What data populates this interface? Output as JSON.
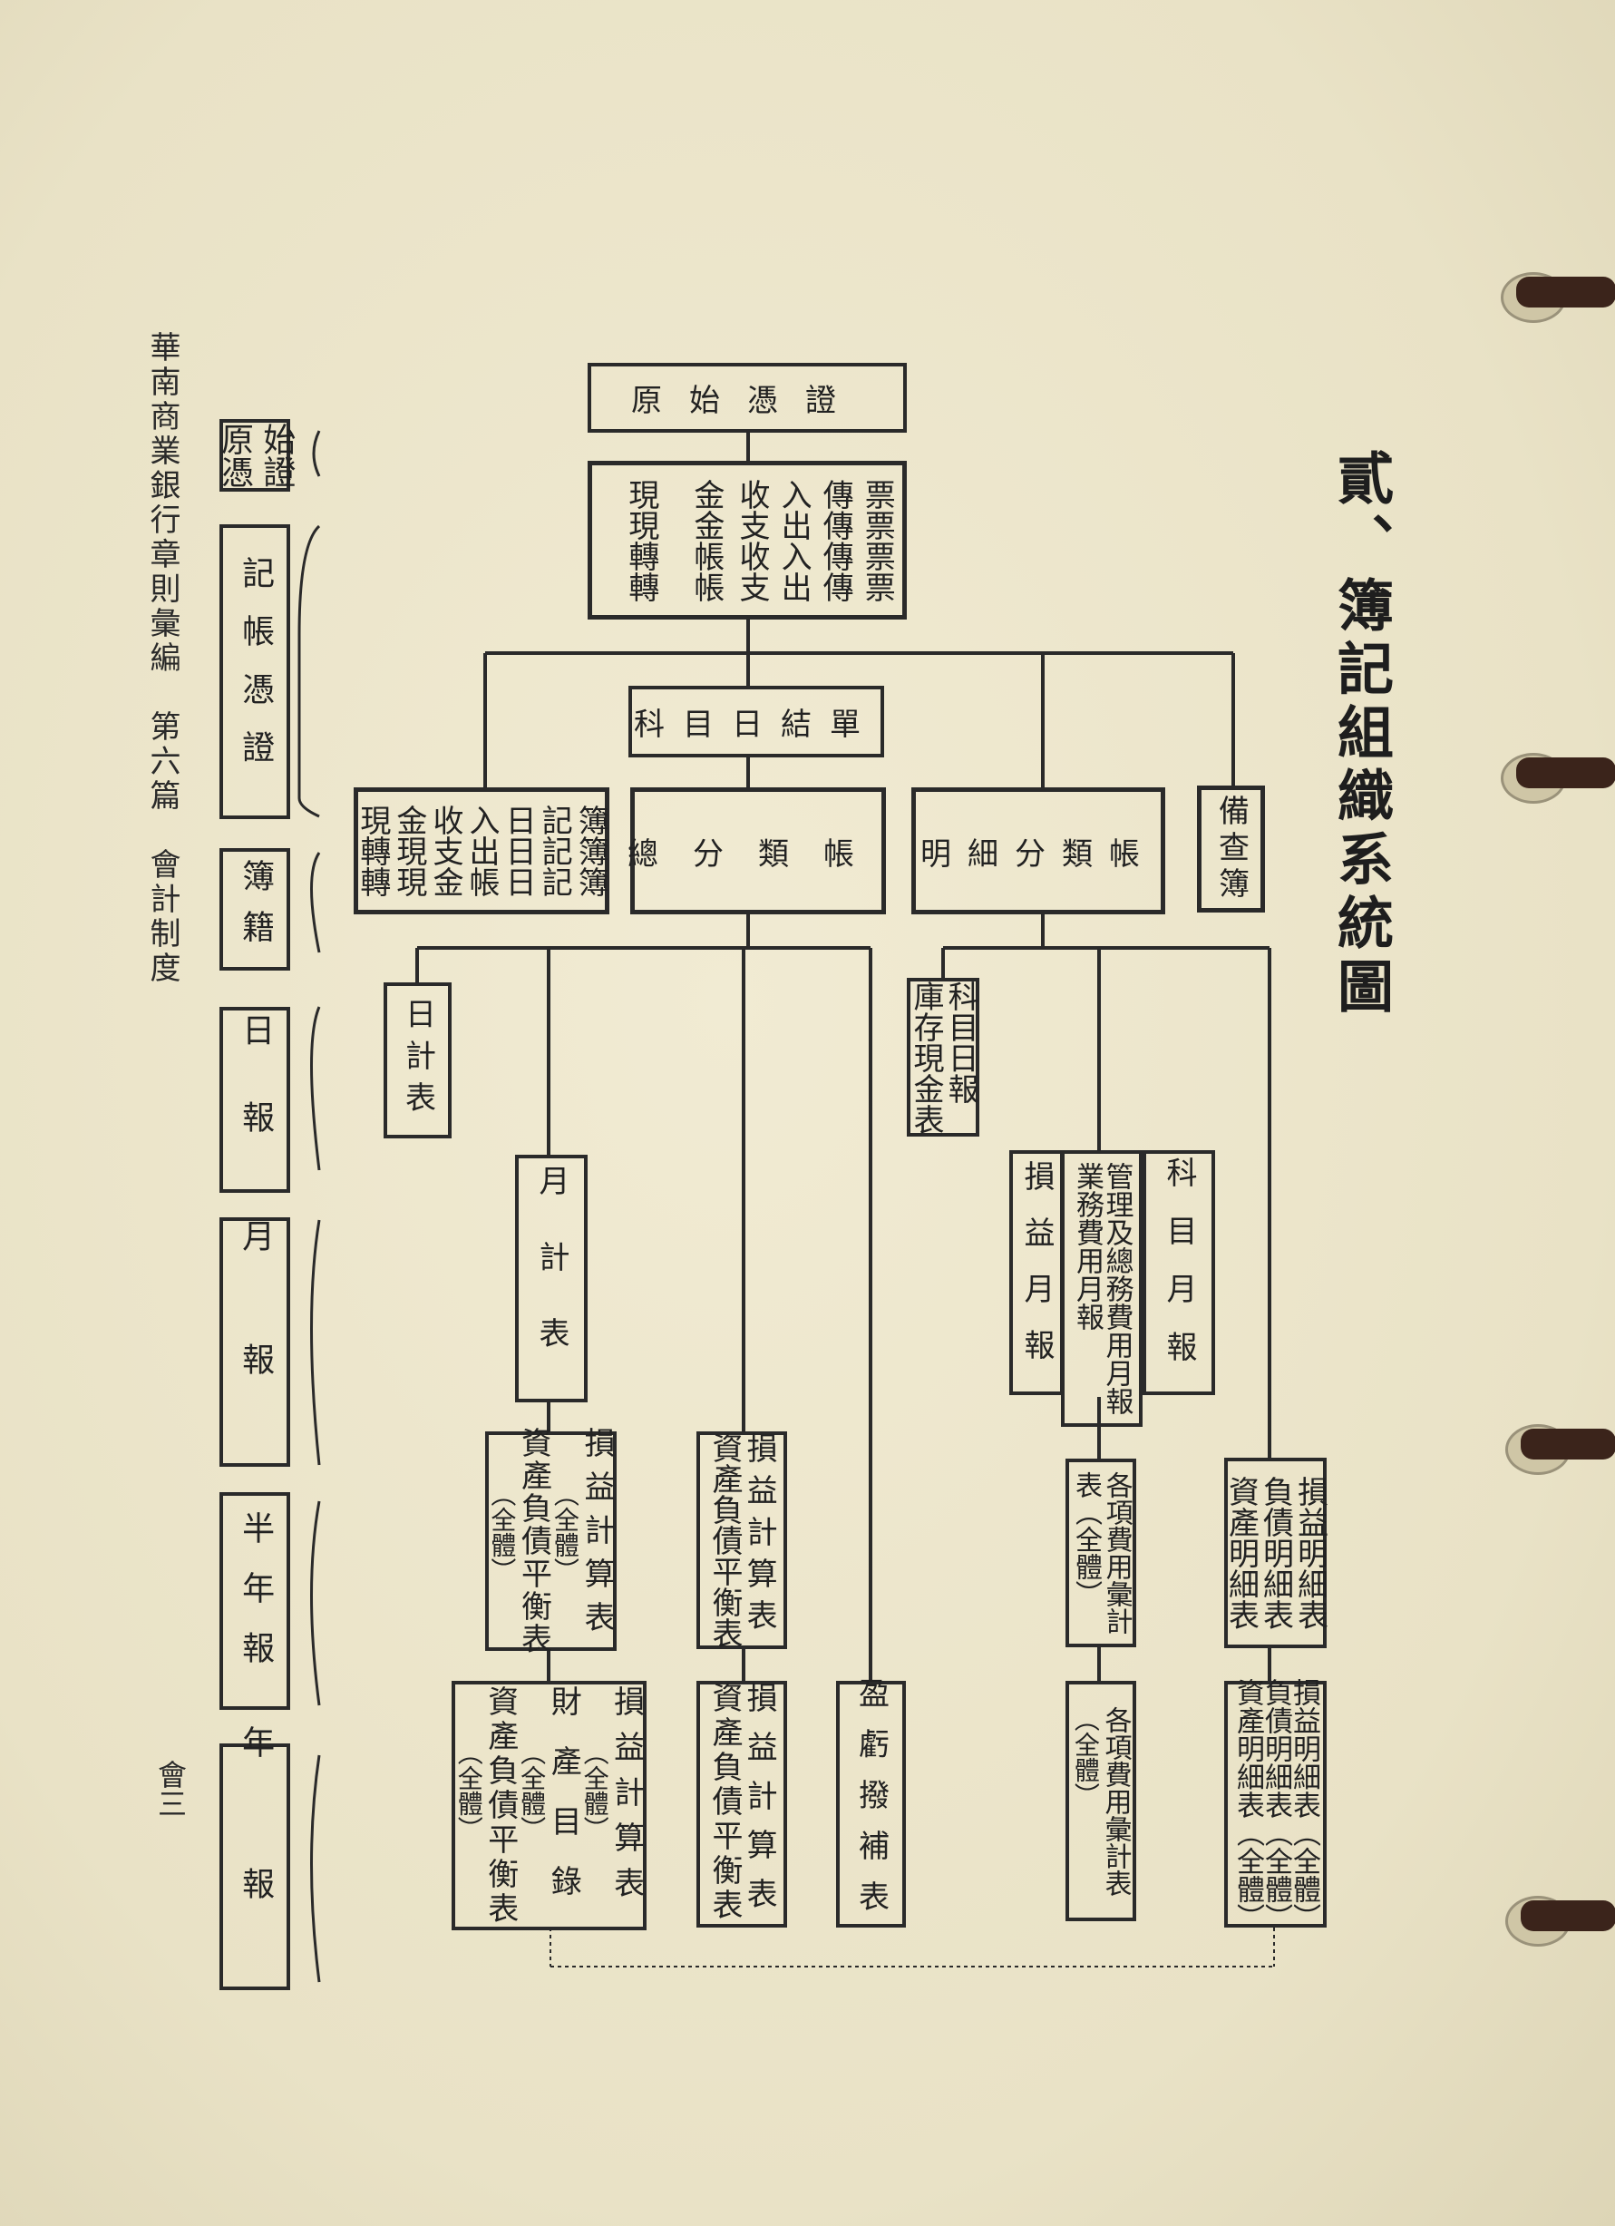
{
  "title": "貳、簿記組織系統圖",
  "header_left": "華南商業銀行章則彙編　第六篇　會計制度",
  "page_number": "會三",
  "side_labels": [
    {
      "lines": [
        "始證",
        "原憑"
      ]
    },
    {
      "lines": [
        "記帳憑證"
      ]
    },
    {
      "lines": [
        "簿籍"
      ]
    },
    {
      "lines": [
        "日報"
      ]
    },
    {
      "lines": [
        "月報"
      ]
    },
    {
      "lines": [
        "半年報"
      ]
    },
    {
      "lines": [
        "年報"
      ]
    }
  ],
  "boxes": {
    "original_voucher": "原始憑證",
    "vouchers": [
      "票票票票",
      "傳傳傳傳",
      "入出入出",
      "收支收支",
      "金金帳帳",
      "現現轉轉"
    ],
    "daily_summary": "科目日結單",
    "journals": [
      "簿簿簿",
      "記記記",
      "日日日",
      "入出帳",
      "收支金",
      "金現現",
      "現轉轉"
    ],
    "general_ledger": "總分類帳",
    "subsidiary_ledger": "明細分類帳",
    "memo_book": "備查簿",
    "daily_statement": "日計表",
    "subject_daily_report": [
      "科目日報",
      "庫存現金表"
    ],
    "subject_monthly_report": "科目月報",
    "admin_expense_monthly": [
      "管理及總務費用月報",
      "業務費用月報"
    ],
    "pl_monthly": "損益月報",
    "monthly_statement": "月計表",
    "half_pl_whole": [
      "損益計算表",
      "（全體）",
      "資產負債平衡表",
      "（全體）"
    ],
    "half_pl": [
      "損益計算表",
      "資產負債平衡表"
    ],
    "expense_summary_half": [
      "各項費用彙計",
      "表（全體）"
    ],
    "detail_half": [
      "損益明細表",
      "負債明細表",
      "資產明細表"
    ],
    "year_pl_whole": [
      "損益計算表",
      "（全體）",
      "財產目錄",
      "（全體）",
      "資產負債平衡表",
      "（全體）"
    ],
    "year_pl": [
      "損益計算表",
      "資產負債平衡表"
    ],
    "surplus_deficit": "盈虧撥補表",
    "expense_summary_year": [
      "各項費用彙計表",
      "（全體）"
    ],
    "detail_year": [
      "損益明細表（全體）",
      "負債明細表（全體）",
      "資產明細表（全體）"
    ]
  }
}
